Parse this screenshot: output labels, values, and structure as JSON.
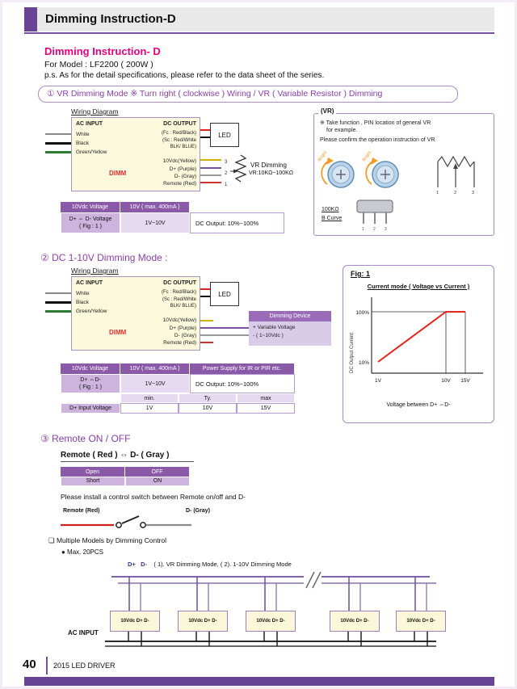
{
  "colors": {
    "accent_purple": "#6a4494",
    "heading_magenta": "#e6007e",
    "section_purple": "#8b3fa8",
    "table_header_purple": "#8a5aa8",
    "table_row_lavender": "#cdb3de",
    "diagram_yellow": "#fcf9dd",
    "chart_line_red": "#e8231a"
  },
  "page": {
    "header_title": "Dimming Instruction-D",
    "footer_page_number": "40",
    "footer_text": "2015 LED DRIVER"
  },
  "intro": {
    "title": "Dimming Instruction- D",
    "model_line": "For Model : LF2200 ( 200W )",
    "ps_line": "p.s. As for the detail specifications, please refer to the data sheet of the series."
  },
  "common": {
    "wiring_label": "Wiring Diagram"
  },
  "drv": {
    "ac_input": "AC INPUT",
    "white": "White",
    "black": "Black",
    "green_yellow": "Green/Yellow",
    "dc_output": "DC OUTPUT",
    "fc": "(Fc : Red/Black)",
    "sc": "(Sc : Red/White",
    "blk": "BLK/ BLUE)",
    "dimm": "DIMM",
    "vdc10": "10Vdc(Yellow)",
    "dplus": "D+ (Purple)",
    "dminus": "D- (Gray)",
    "remote": "Remote (Red)",
    "led": "LED"
  },
  "section1": {
    "heading": "① VR Dimming Mode ※ Turn right ( clockwise ) Wiring / VR ( Variable Resistor ) Dimming",
    "vr_dimming_label": "VR Dimming",
    "vr_range": "VR:10KΩ~100KΩ",
    "pins": {
      "p3": "3",
      "p2": "2",
      "p1": "1"
    }
  },
  "vrbox": {
    "title": "(VR)",
    "note1": "※ Take function , PIN location of general  VR",
    "note2": "for example.",
    "note3": "Please confirm the operation instruction of VR",
    "bright": "Bright",
    "value": "100KΩ",
    "curve": "B Curve",
    "pin1": "1",
    "pin2": "2",
    "pin3": "3"
  },
  "table1": {
    "h1": "10Vdc Voltage",
    "h2": "10V ( max. 400mA )",
    "r1c1a": "D+ ⇔ D- Voltage",
    "r1c1b": "( Fig : 1 )",
    "r1c2": "1V~10V",
    "r1c3": "DC Output: 10%~100%"
  },
  "section2": {
    "heading": "② DC 1-10V Dimming Mode :"
  },
  "device": {
    "title": "Dimming Device",
    "line1": "+   Variable Voltage",
    "line2": "-    ( 1~10Vdc )"
  },
  "table2": {
    "h1": "10Vdc Voltage",
    "h2": "10V ( max. 400mA )",
    "h3": "Power Supply for IR or PIR etc.",
    "r1c1a": "D+ ⇔D-",
    "r1c1b": "( Fig : 1 )",
    "r1c2": "1V~10V",
    "r1c3": "DC Output: 10%~100%",
    "min": "min.",
    "ty": "Ty.",
    "max": "max",
    "r3c1": "D+ Input Voltage",
    "v1": "1V",
    "v2": "10V",
    "v3": "15V"
  },
  "fig1": {
    "label": "Fig: 1",
    "title": "Current mode ( Voltage vs Current )",
    "y_max": "100%",
    "y_min": "10%",
    "ylabel": "DC Output Current",
    "x1": "1V",
    "x2": "10V",
    "x3": "15V",
    "caption": "Voltage between D+ ⇔D-",
    "chart_data": {
      "type": "line",
      "title": "Current mode ( Voltage vs Current )",
      "xlabel": "Voltage between D+ ⇔ D-",
      "ylabel": "DC Output Current",
      "x": [
        1,
        10,
        15
      ],
      "values": [
        10,
        100,
        100
      ],
      "x_ticks": [
        "1V",
        "10V",
        "15V"
      ],
      "y_ticks": [
        "10%",
        "100%"
      ],
      "ylim": [
        0,
        110
      ],
      "series_color": "#e8231a",
      "grid": false,
      "legend": false
    }
  },
  "section3": {
    "heading": "③ Remote ON / OFF",
    "subtitle": "Remote ( Red ) ⇔ D- ( Gray )",
    "note": "Please install a control switch between Remote on/off and D-",
    "switch_left": "Remote (Red)",
    "switch_right": "D- (Gray)",
    "multi_title": "❏ Multiple Models by Dimming Control",
    "multi_sub": "●  Max. 20PCS",
    "bus_dplus": "D+",
    "bus_dminus": "D-",
    "bus_note": "( 1). VR Dimming Mode, ( 2). 1-10V Dimming Mode",
    "ac_input": "AC INPUT",
    "unit_label": "10Vdc  D+  D-"
  },
  "table3": {
    "h1": "Open",
    "h2": "OFF",
    "r1": "Short",
    "r2": "ON"
  }
}
